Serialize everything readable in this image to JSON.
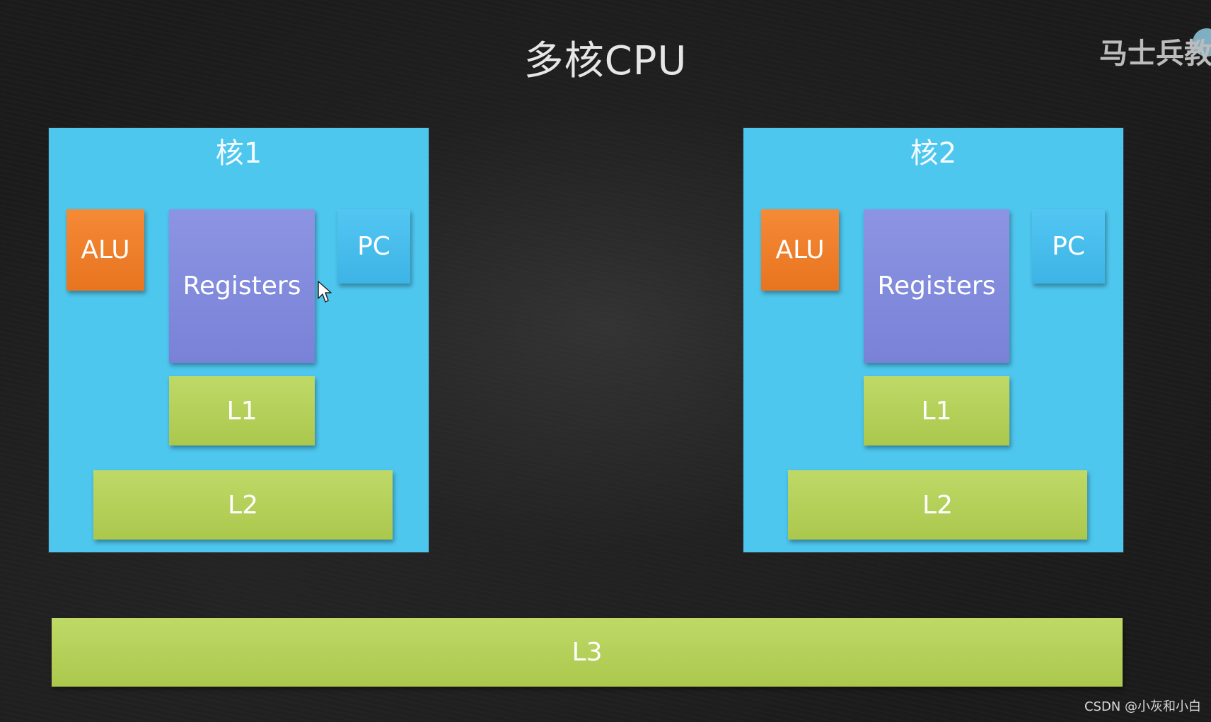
{
  "title": "多核CPU",
  "logo": {
    "text": "马士兵教"
  },
  "cores": [
    {
      "title": "核1",
      "alu": "ALU",
      "registers": "Registers",
      "pc": "PC",
      "l1": "L1",
      "l2": "L2"
    },
    {
      "title": "核2",
      "alu": "ALU",
      "registers": "Registers",
      "pc": "PC",
      "l1": "L1",
      "l2": "L2"
    }
  ],
  "l3": "L3",
  "watermark": "CSDN @小灰和小白",
  "colors": {
    "core_background": "#4ec7ef",
    "alu": "#f0802c",
    "registers": "#858ddd",
    "pc": "#47bdec",
    "cache": "#b6d05a",
    "background": "#1b1b1b"
  }
}
